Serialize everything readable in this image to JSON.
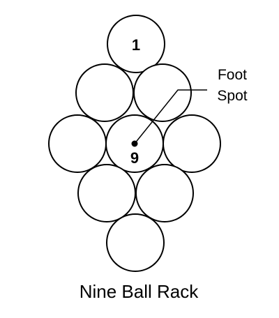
{
  "diagram": {
    "caption": "Nine Ball Rack",
    "callout": {
      "line1": "Foot",
      "line2": "Spot"
    },
    "balls": [
      {
        "label": "1"
      },
      {
        "label": ""
      },
      {
        "label": ""
      },
      {
        "label": ""
      },
      {
        "label": "9"
      },
      {
        "label": ""
      },
      {
        "label": ""
      },
      {
        "label": ""
      },
      {
        "label": ""
      }
    ]
  },
  "colors": {
    "ball_fill": "#ffffff",
    "outline": "#000000"
  }
}
